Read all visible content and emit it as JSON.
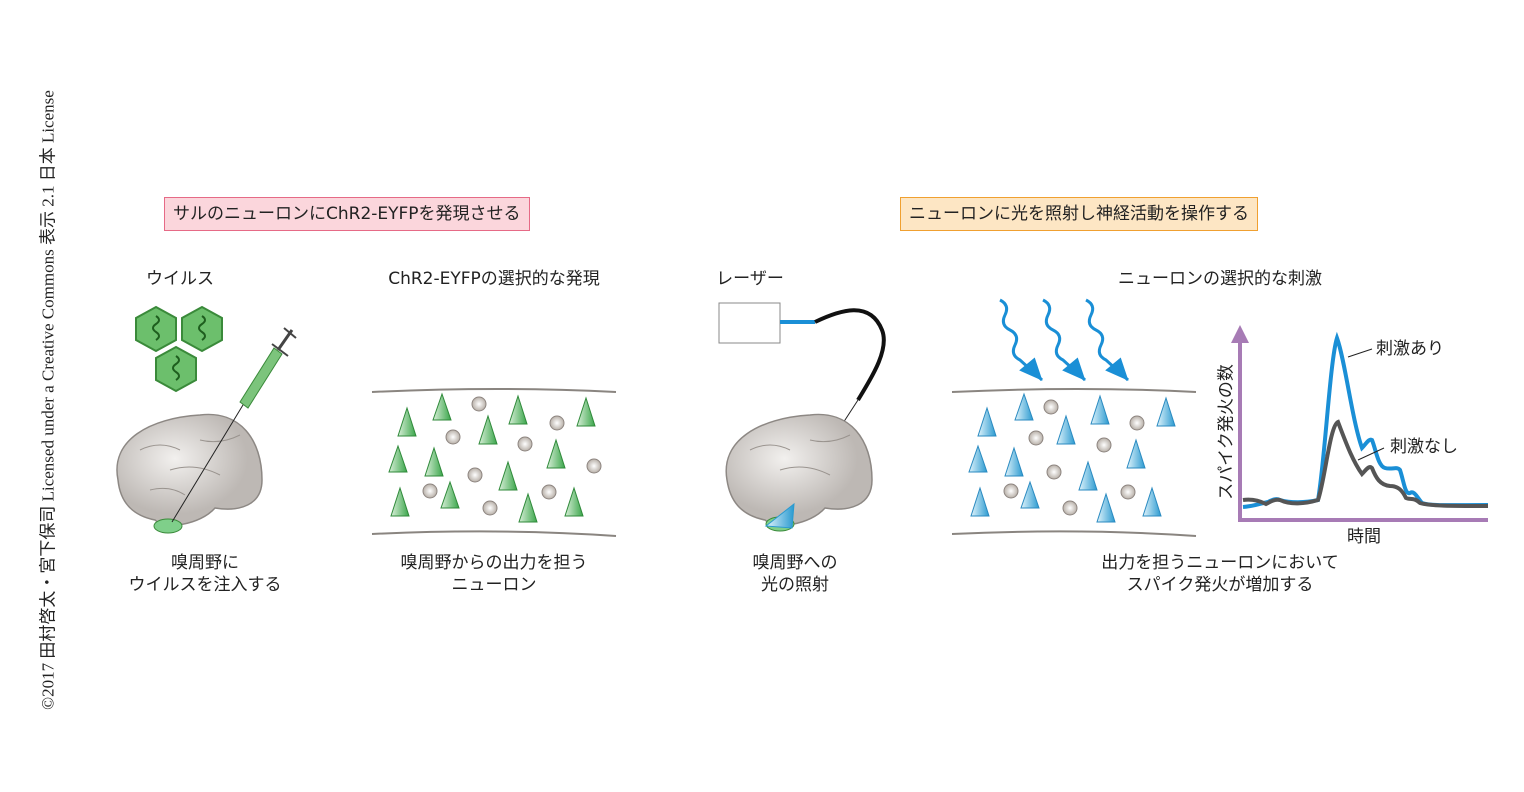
{
  "copyright": "©2017 田村啓太・宮下保司 Licensed under a Creative Commons 表示 2.1 日本 License",
  "banners": {
    "left": "サルのニューロンにChR2-EYFPを発現させる",
    "right": "ニューロンに光を照射し神経活動を操作する"
  },
  "panels": {
    "virus": {
      "title": "ウイルス",
      "caption1": "嗅周野に",
      "caption2": "ウイルスを注入する"
    },
    "expression": {
      "title": "ChR2-EYFPの選択的な発現",
      "caption1": "嗅周野からの出力を担う",
      "caption2": "ニューロン"
    },
    "laser": {
      "title": "レーザー",
      "caption1": "嗅周野への",
      "caption2": "光の照射"
    },
    "stimulation": {
      "title": "ニューロンの選択的な刺激",
      "caption1": "出力を担うニューロンにおいて",
      "caption2": "スパイク発火が増加する"
    }
  },
  "graph": {
    "ylabel": "スパイク発火の数",
    "xlabel": "時間",
    "series_with": "刺激あり",
    "series_without": "刺激なし",
    "colors": {
      "with": "#1a8fd6",
      "without": "#555555",
      "axis": "#a77bb5"
    }
  }
}
